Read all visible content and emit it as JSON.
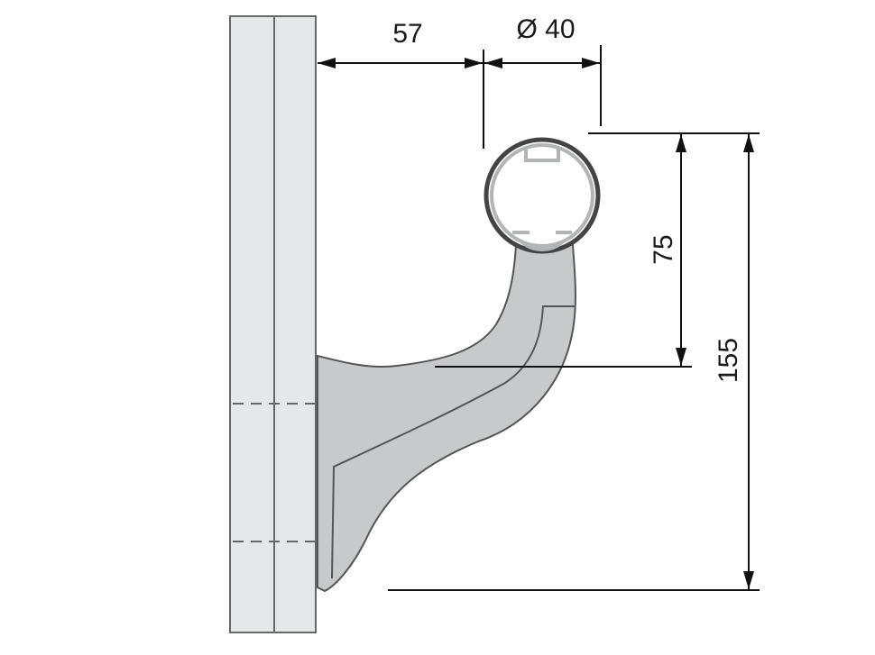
{
  "dimensions": {
    "wall_to_rail": "57",
    "rail_diameter": "Ø 40",
    "rail_to_bracket_top": "75",
    "total_height": "155"
  },
  "colors": {
    "wall_fill": "#e6e7e8",
    "bracket_fill": "#c8c9cb",
    "outline": "#555555",
    "dimension_line": "#111111"
  }
}
